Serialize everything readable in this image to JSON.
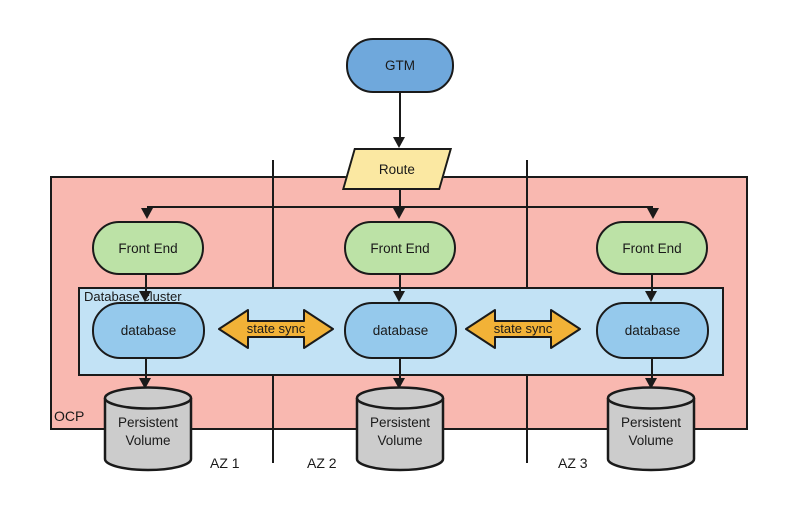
{
  "nodes": {
    "gtm": {
      "label": "GTM"
    },
    "route": {
      "label": "Route"
    },
    "front_end": {
      "label": "Front End"
    },
    "database": {
      "label": "database"
    },
    "state_sync": {
      "label": "state sync"
    },
    "persistent_volume": {
      "line1": "Persistent",
      "line2": "Volume"
    }
  },
  "containers": {
    "ocp": {
      "label": "OCP"
    },
    "database_cluster": {
      "label": "Database cluster"
    }
  },
  "zones": [
    {
      "label": "AZ 1"
    },
    {
      "label": "AZ 2"
    },
    {
      "label": "AZ 3"
    }
  ],
  "colors": {
    "background": "#ffffff",
    "ocp_fill": "#F9B8B0",
    "cluster_fill": "#C2E2F5",
    "gtm_fill": "#6FA8DC",
    "route_fill": "#FBE8A2",
    "front_end_fill": "#BCE2A6",
    "database_fill": "#95C9EC",
    "state_sync_fill": "#F2B237",
    "cylinder_fill": "#CCCCCC",
    "stroke": "#1a1a1a"
  }
}
